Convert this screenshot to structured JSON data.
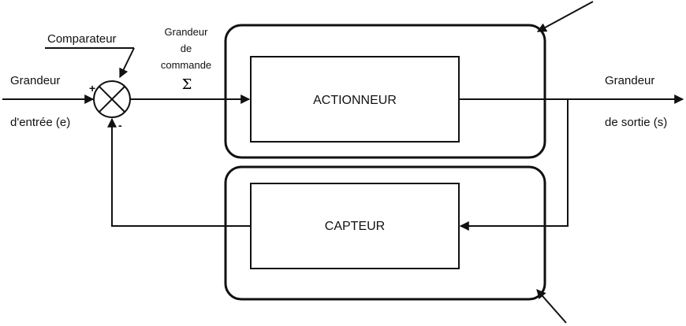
{
  "comparator": {
    "label": "Comparateur",
    "plus_sign": "+",
    "minus_sign": "-"
  },
  "input": {
    "line1": "Grandeur",
    "line2": "d'entrée (e)"
  },
  "command": {
    "line1": "Grandeur",
    "line2": "de",
    "line3": "commande",
    "symbol": "Σ"
  },
  "blocks": {
    "actuator": "ACTIONNEUR",
    "sensor": "CAPTEUR"
  },
  "output": {
    "line1": "Grandeur",
    "line2": "de sortie (s)"
  },
  "colors": {
    "stroke": "#111111",
    "background": "#ffffff"
  }
}
